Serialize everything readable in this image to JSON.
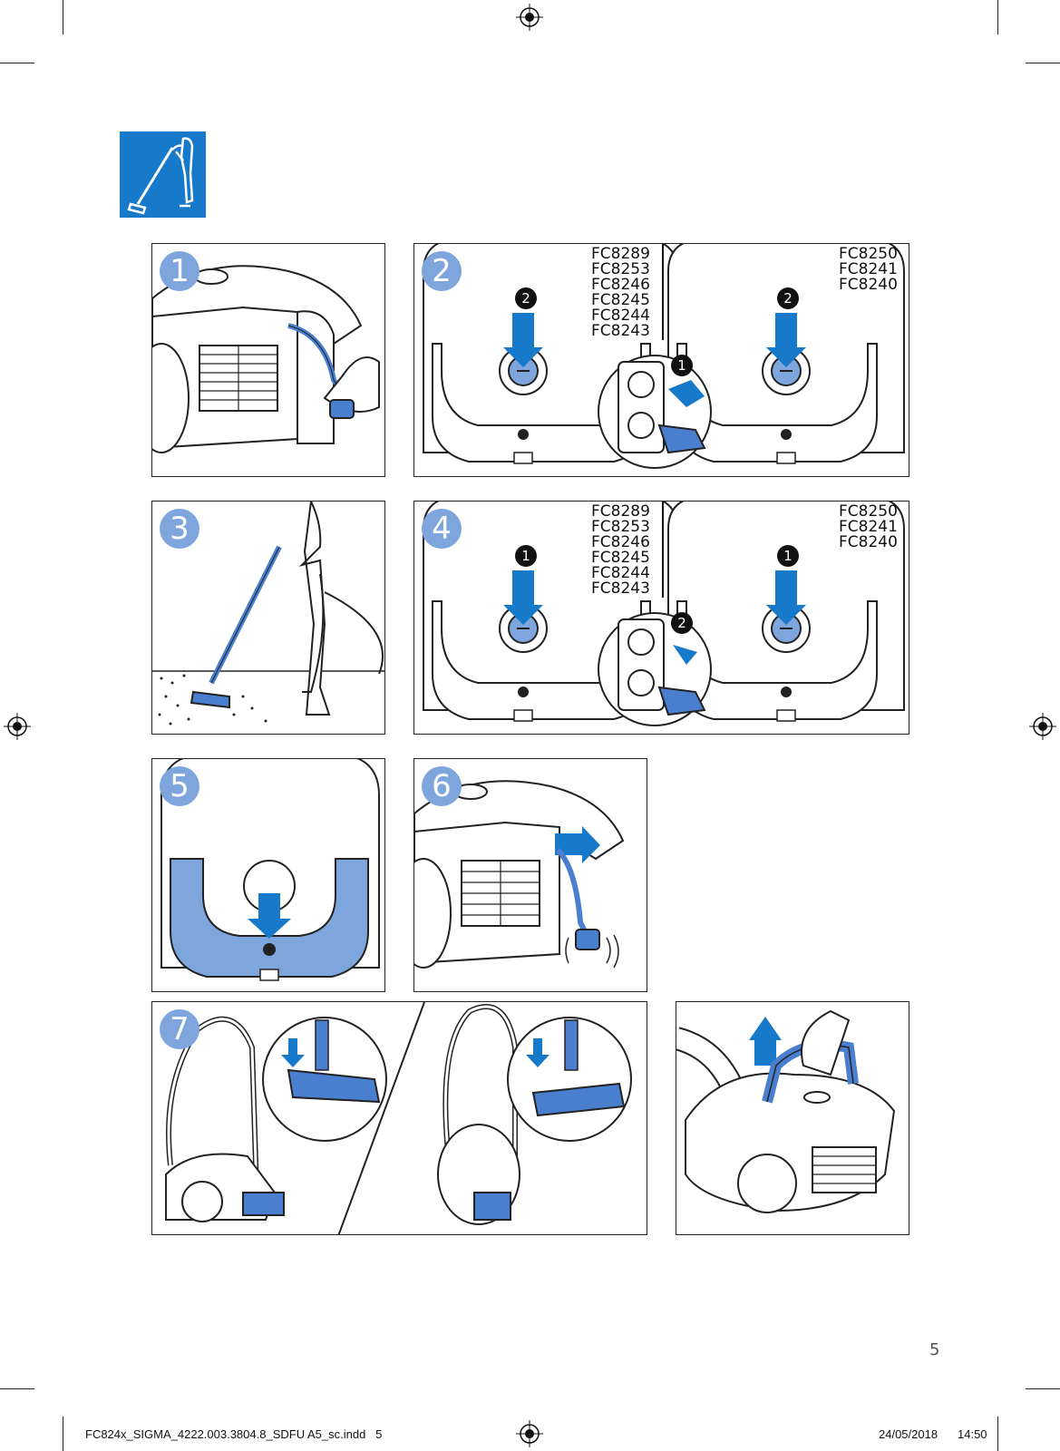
{
  "colors": {
    "accent_blue": "#1679c9",
    "badge_blue": "#7ea6dc",
    "part_blue": "#4a7fd0",
    "outline": "#222222"
  },
  "header_icon": "vacuum-cleaning-icon",
  "steps": [
    {
      "number": "1"
    },
    {
      "number": "2",
      "callout_left": "2",
      "callout_right": "2",
      "callout_plug": "1",
      "models_left": [
        "FC8289",
        "FC8253",
        "FC8246",
        "FC8245",
        "FC8244",
        "FC8243"
      ],
      "models_right": [
        "FC8250",
        "FC8241",
        "FC8240"
      ]
    },
    {
      "number": "3"
    },
    {
      "number": "4",
      "callout_left": "1",
      "callout_right": "1",
      "callout_plug": "2",
      "models_left": [
        "FC8289",
        "FC8253",
        "FC8246",
        "FC8245",
        "FC8244",
        "FC8243"
      ],
      "models_right": [
        "FC8250",
        "FC8241",
        "FC8240"
      ]
    },
    {
      "number": "5"
    },
    {
      "number": "6"
    },
    {
      "number": "7"
    }
  ],
  "page_number": "5",
  "footer": {
    "file": "FC824x_SIGMA_4222.003.3804.8_SDFU A5_sc.indd   5",
    "date": "24/05/2018",
    "time": "14:50"
  }
}
